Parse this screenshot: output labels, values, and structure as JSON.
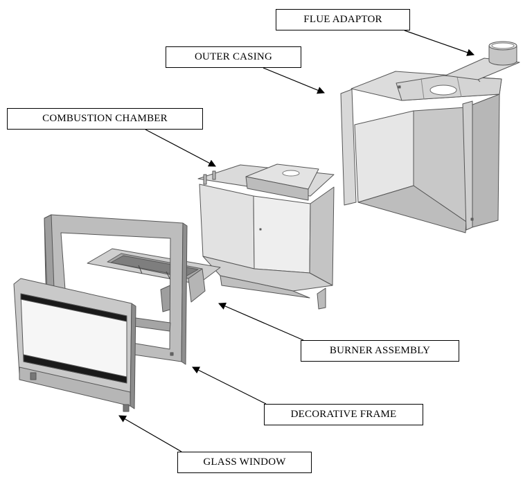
{
  "labels": {
    "flue_adaptor": "FLUE ADAPTOR",
    "outer_casing": "OUTER CASING",
    "combustion_chamber": "COMBUSTION CHAMBER",
    "burner_assembly": "BURNER ASSEMBLY",
    "decorative_frame": "DECORATIVE FRAME",
    "glass_window": "GLASS WINDOW"
  },
  "colors": {
    "metal_light": "#e4e4e4",
    "metal_mid": "#cfcfcf",
    "metal_dark": "#a9a9a9",
    "edge": "#555555",
    "glass_band": "#1a1a1a"
  }
}
